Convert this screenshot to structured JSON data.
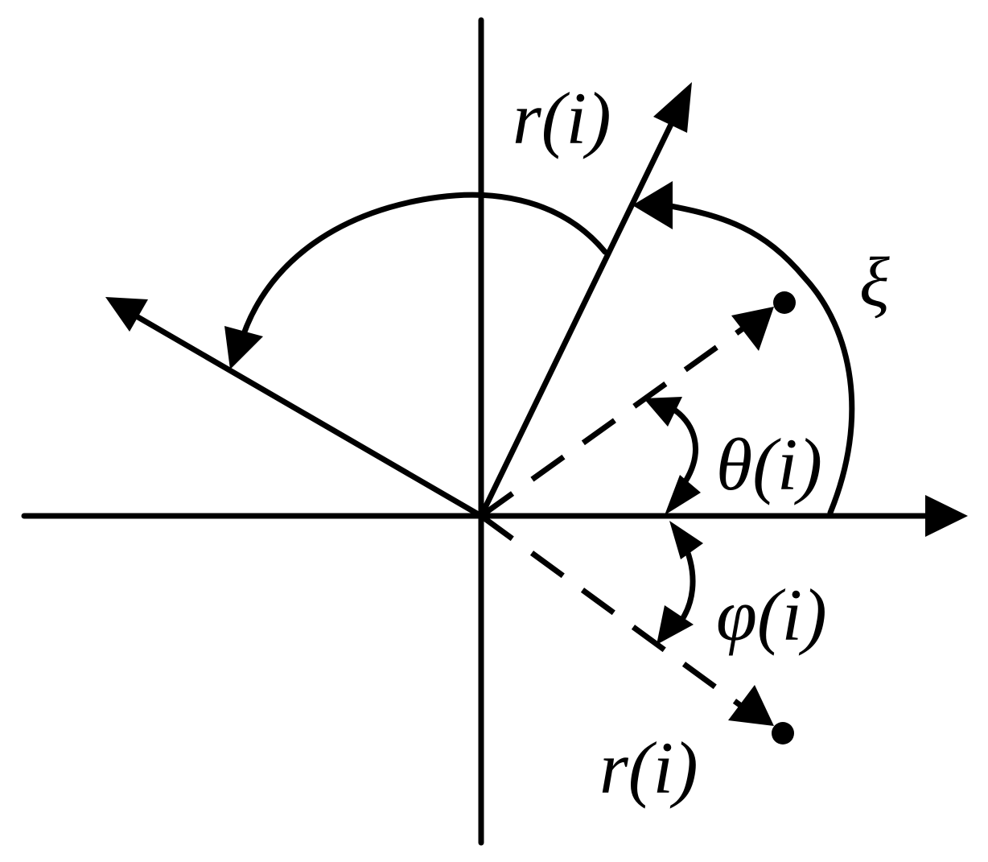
{
  "labels": {
    "r_top": "r(i)",
    "r_bottom": "r(i)",
    "xi": "ξ",
    "theta": "θ(i)",
    "phi": "φ(i)"
  },
  "colors": {
    "stroke": "#000000",
    "background": "#ffffff"
  }
}
